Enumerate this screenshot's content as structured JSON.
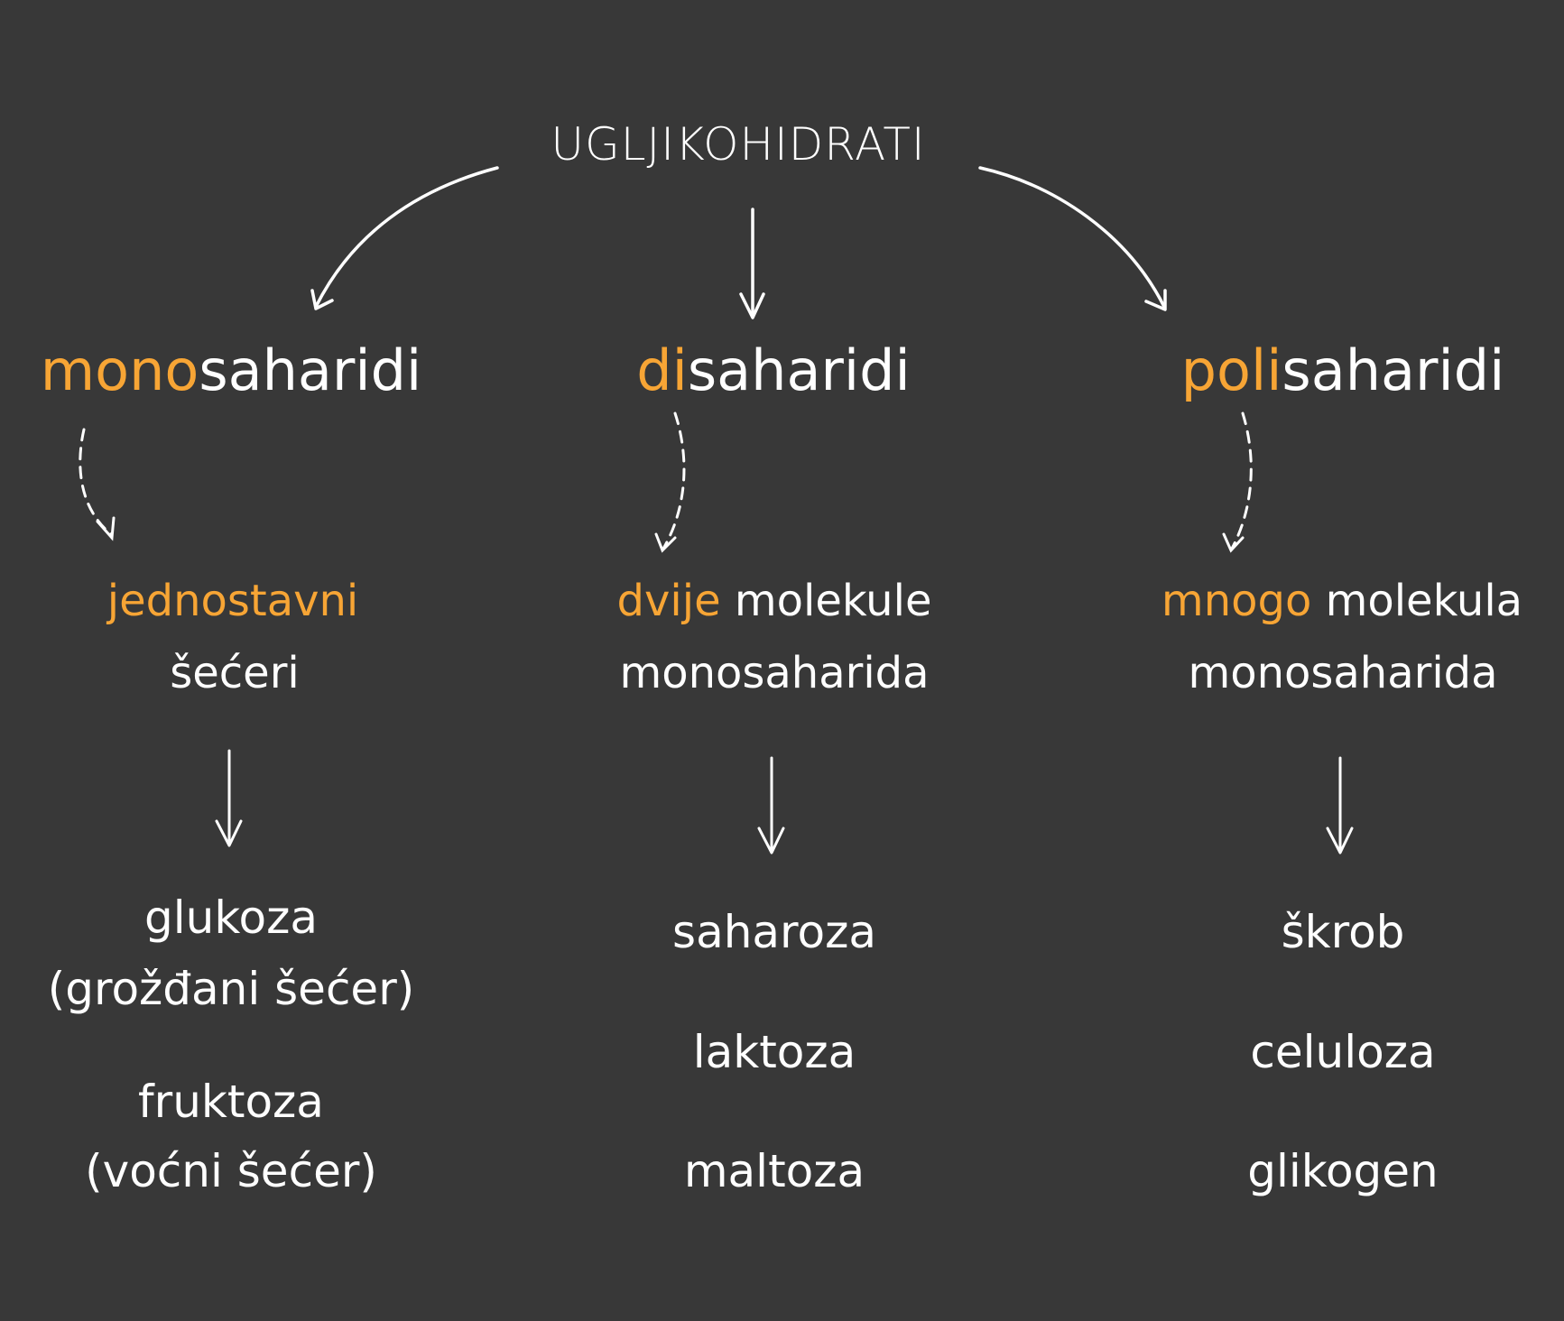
{
  "colors": {
    "background": "#383838",
    "text": "#ffffff",
    "accent": "#F7A535"
  },
  "title": "UGLJIKOHIDRATI",
  "columns": [
    {
      "category": {
        "prefix": "mono",
        "suffix": "saharidi"
      },
      "description": [
        {
          "highlight": "jednostavni",
          "rest": ""
        },
        {
          "highlight": "",
          "rest": "šećeri"
        }
      ],
      "examples": [
        "glukoza",
        "(grožđani šećer)",
        "fruktoza",
        "(voćni šećer)"
      ]
    },
    {
      "category": {
        "prefix": "di",
        "suffix": "saharidi"
      },
      "description": [
        {
          "highlight": "dvije",
          "rest": " molekule"
        },
        {
          "highlight": "",
          "rest": "monosaharida"
        }
      ],
      "examples": [
        "saharoza",
        "laktoza",
        "maltoza"
      ]
    },
    {
      "category": {
        "prefix": "poli",
        "suffix": "saharidi"
      },
      "description": [
        {
          "highlight": "mnogo",
          "rest": " molekula"
        },
        {
          "highlight": "",
          "rest": "monosaharida"
        }
      ],
      "examples": [
        "škrob",
        "celuloza",
        "glikogen"
      ]
    }
  ],
  "icons": {
    "curved_arrow": "curved-arrow-icon",
    "straight_arrow": "down-arrow-icon",
    "dashed_arrow": "dashed-arrow-icon"
  }
}
